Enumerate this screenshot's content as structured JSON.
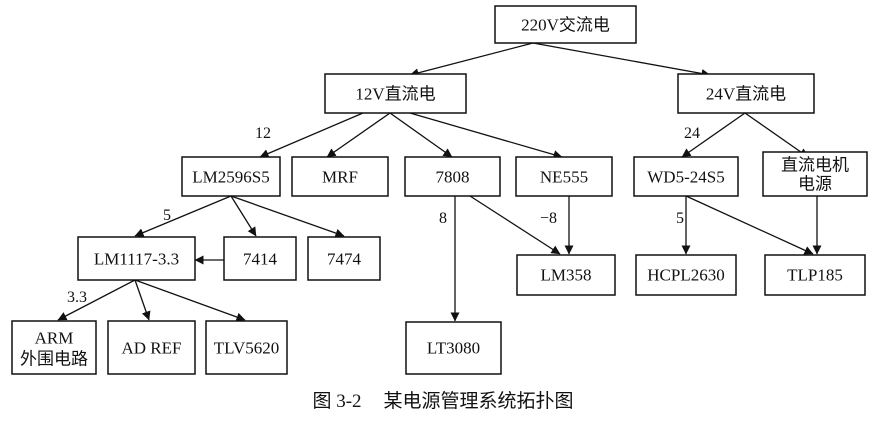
{
  "nodes": {
    "ac220": "220V交流电",
    "dc12": "12V直流电",
    "dc24": "24V直流电",
    "lm2596": "LM2596S5",
    "mrf": "MRF",
    "n7808": "7808",
    "ne555": "NE555",
    "wd5": "WD5-24S5",
    "motor_line1": "直流电机",
    "motor_line2": "电源",
    "lm1117": "LM1117-3.3",
    "n7414": "7414",
    "n7474": "7474",
    "lm358": "LM358",
    "hcpl": "HCPL2630",
    "tlp": "TLP185",
    "arm_line1": "ARM",
    "arm_line2": "外围电路",
    "adref": "AD REF",
    "tlv": "TLV5620",
    "lt3080": "LT3080"
  },
  "edge_labels": {
    "v12": "12",
    "v24": "24",
    "v5a": "5",
    "v33": "3.3",
    "v8": "8",
    "vneg8": "−8",
    "v5b": "5"
  },
  "caption": {
    "number": "图 3-2",
    "title": "某电源管理系统拓扑图"
  }
}
